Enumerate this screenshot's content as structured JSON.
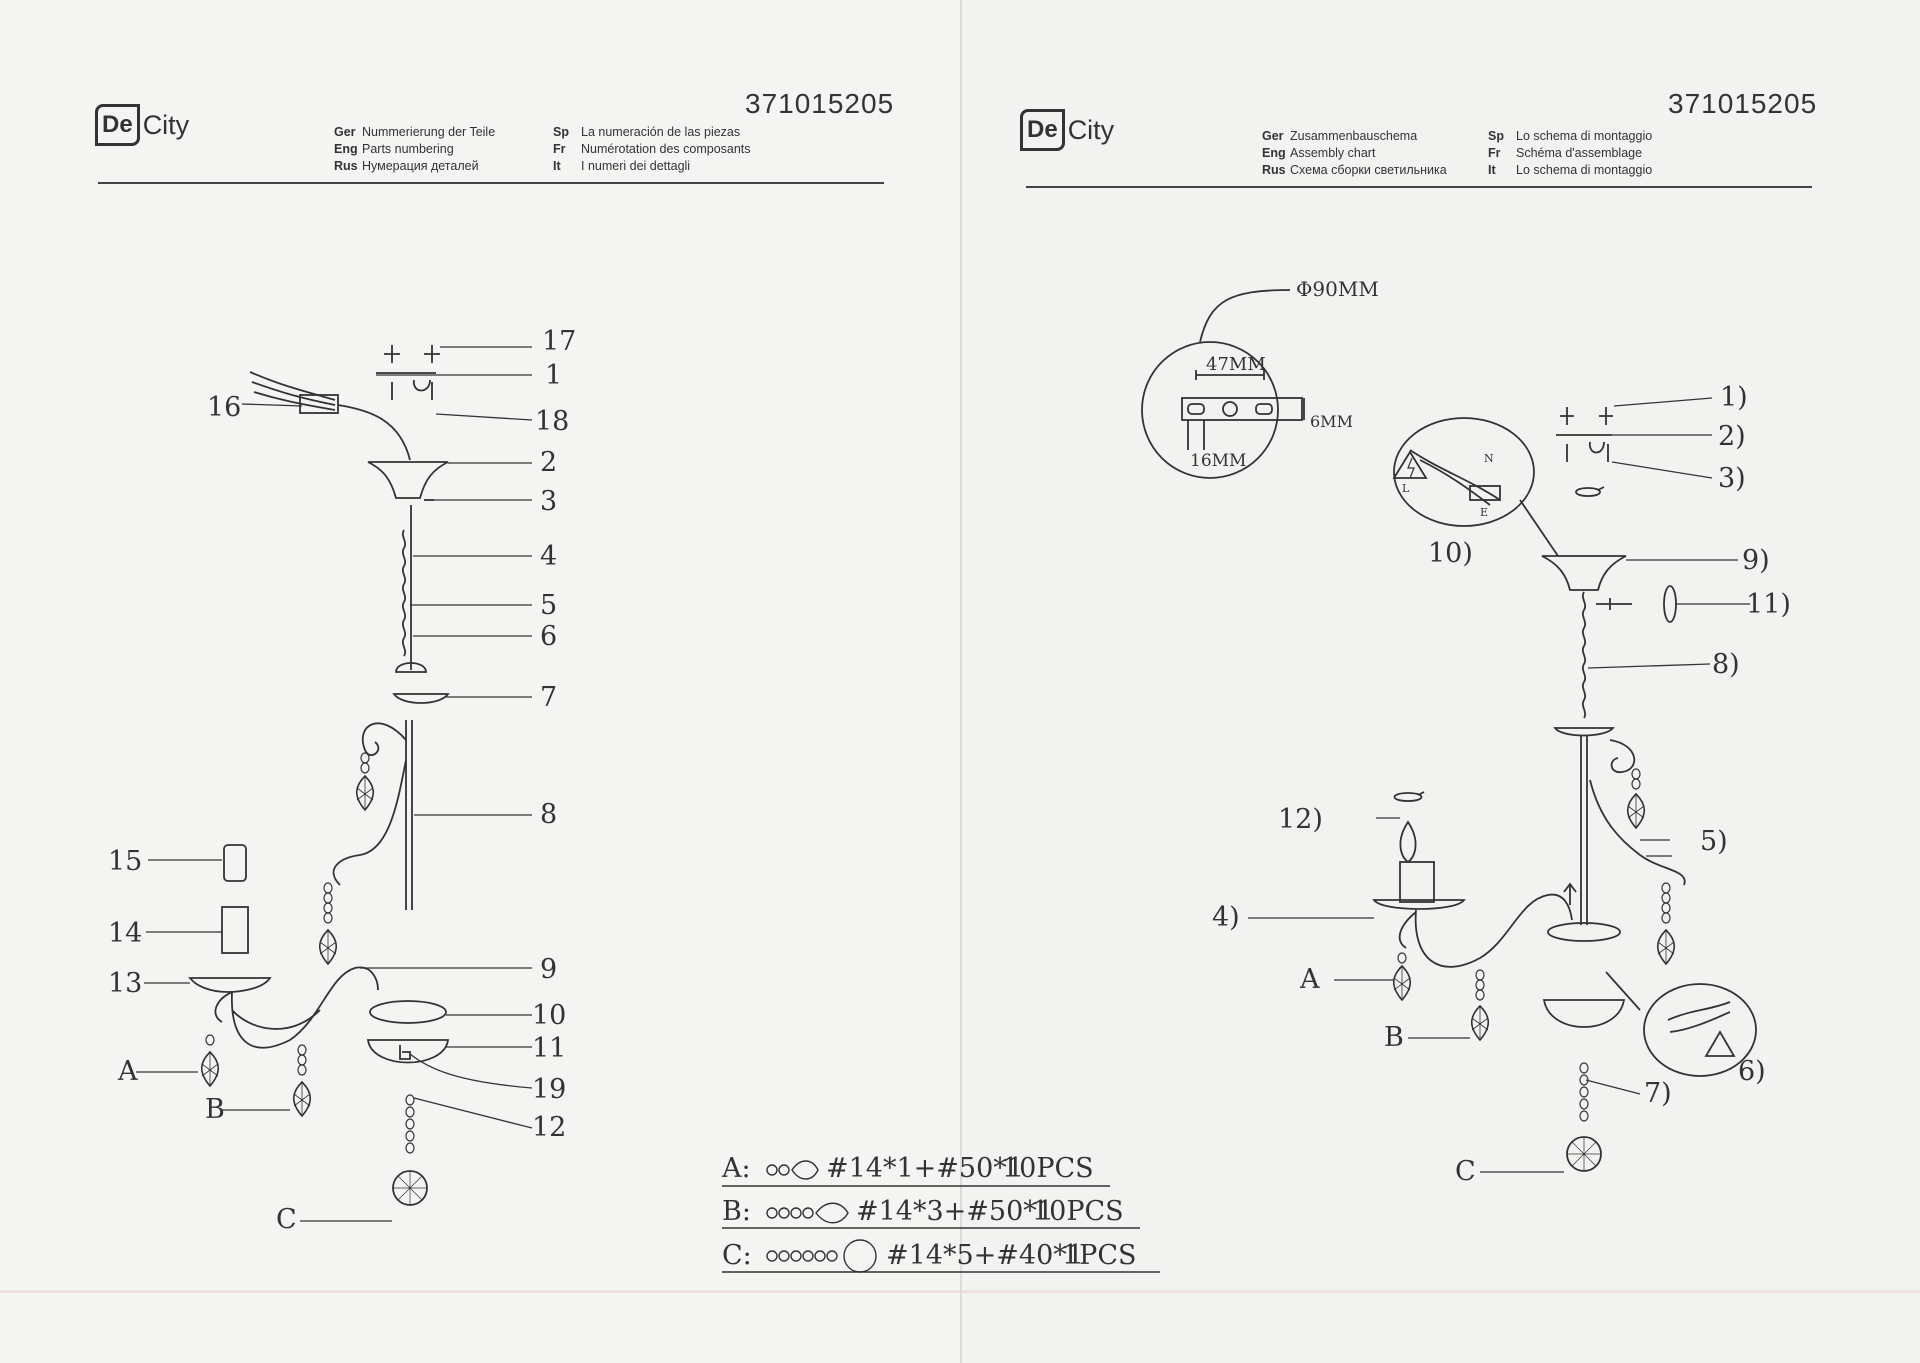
{
  "left_page": {
    "brand": {
      "mark": "De",
      "name": "City"
    },
    "doc_number": "371015205",
    "languages": [
      {
        "code": "Ger",
        "text": "Nummerierung der Teile"
      },
      {
        "code": "Eng",
        "text": "Parts numbering"
      },
      {
        "code": "Rus",
        "text": "Нумерация деталей"
      },
      {
        "code": "Sp",
        "text": "La numeración de las piezas"
      },
      {
        "code": "Fr",
        "text": "Numérotation des composants"
      },
      {
        "code": "It",
        "text": "I numeri dei dettagli"
      }
    ],
    "part_labels": [
      "1",
      "2",
      "3",
      "4",
      "5",
      "6",
      "7",
      "8",
      "9",
      "10",
      "11",
      "12",
      "13",
      "14",
      "15",
      "16",
      "17",
      "18",
      "19",
      "A",
      "B",
      "C"
    ]
  },
  "right_page": {
    "brand": {
      "mark": "De",
      "name": "City"
    },
    "doc_number": "371015205",
    "languages": [
      {
        "code": "Ger",
        "text": "Zusammenbauschema"
      },
      {
        "code": "Eng",
        "text": "Assembly chart"
      },
      {
        "code": "Rus",
        "text": "Схема сборки светильника"
      },
      {
        "code": "Sp",
        "text": "Lo schema di montaggio"
      },
      {
        "code": "Fr",
        "text": "Schéma d'assemblage"
      },
      {
        "code": "It",
        "text": "Lo schema di montaggio"
      }
    ],
    "dimensions": {
      "diameter": "Φ90MM",
      "width": "47MM",
      "height": "6MM",
      "offset": "16MM"
    },
    "step_labels": [
      "1)",
      "2)",
      "3)",
      "4)",
      "5)",
      "6)",
      "7)",
      "8)",
      "9)",
      "10)",
      "11)",
      "12)",
      "A",
      "B",
      "C"
    ],
    "wire_labels": {
      "live": "L",
      "neutral": "N",
      "earth": "E"
    }
  },
  "crystal_legend": [
    {
      "key": "A:",
      "formula": "#14*1+#50*1",
      "qty": "10PCS"
    },
    {
      "key": "B:",
      "formula": "#14*3+#50*1",
      "qty": "10PCS"
    },
    {
      "key": "C:",
      "formula": "#14*5+#40*1",
      "qty": "1PCS"
    }
  ],
  "colors": {
    "line": "#333333",
    "paper": "#f4f4f2",
    "rule": "#444444"
  }
}
